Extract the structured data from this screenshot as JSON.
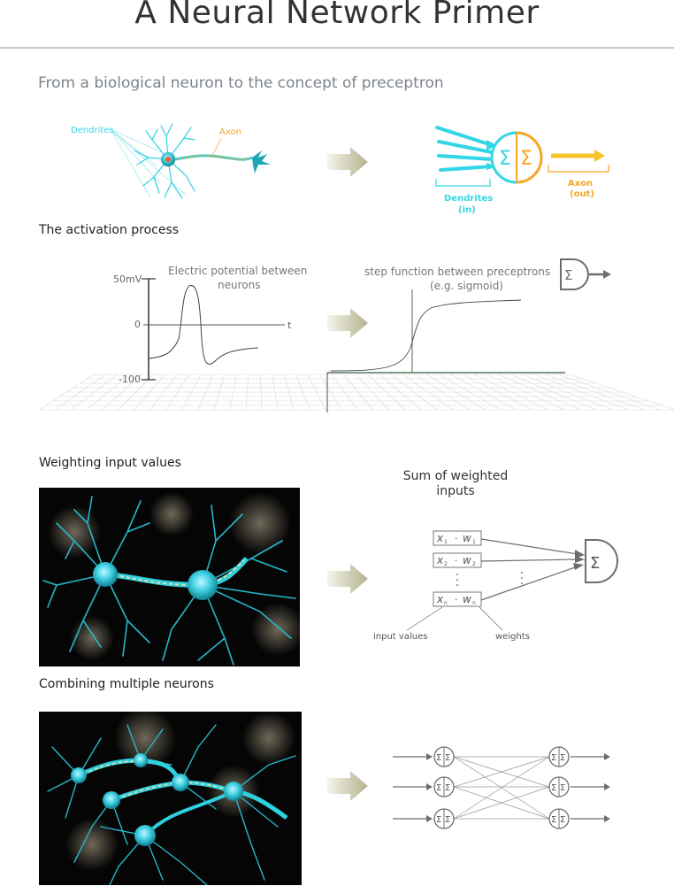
{
  "title": "A Neural Network Primer",
  "subtitle": "From a biological neuron to the concept of preceptron",
  "section1": {
    "dendrites_label": "Dendrites",
    "axon_label": "Axon",
    "perceptron_dendrites": "Dendrites",
    "perceptron_dendrites_sub": "(in)",
    "perceptron_axon": "Axon",
    "perceptron_axon_sub": "(out)",
    "sigma": "Σ"
  },
  "section2": {
    "heading": "The activation process",
    "potential_label_1": "Electric potential between",
    "potential_label_2": "neurons",
    "y_top": "50mV",
    "y_zero": "0",
    "y_bottom": "-100",
    "x_axis": "t",
    "step_label_1": "step function between preceptrons",
    "step_label_2": "(e.g. sigmoid)"
  },
  "section3": {
    "heading": "Weighting input values",
    "sum_heading_1": "Sum of weighted",
    "sum_heading_2": "inputs",
    "rows": [
      {
        "x": "x",
        "xs": "1",
        "w": "w",
        "ws": "1"
      },
      {
        "x": "x",
        "xs": "2",
        "w": "w",
        "ws": "2"
      },
      {
        "x": "x",
        "xs": "n",
        "w": "w",
        "ws": "n"
      }
    ],
    "dot": "·",
    "input_values": "input values",
    "weights": "weights"
  },
  "section4": {
    "heading": "Combining multiple neurons"
  },
  "colors": {
    "cyan": "#33d6e6",
    "orange": "#f5a623",
    "gray": "#6d6d6d",
    "arrow_light": "#f0f0e0",
    "arrow_dark": "#b9b796"
  }
}
